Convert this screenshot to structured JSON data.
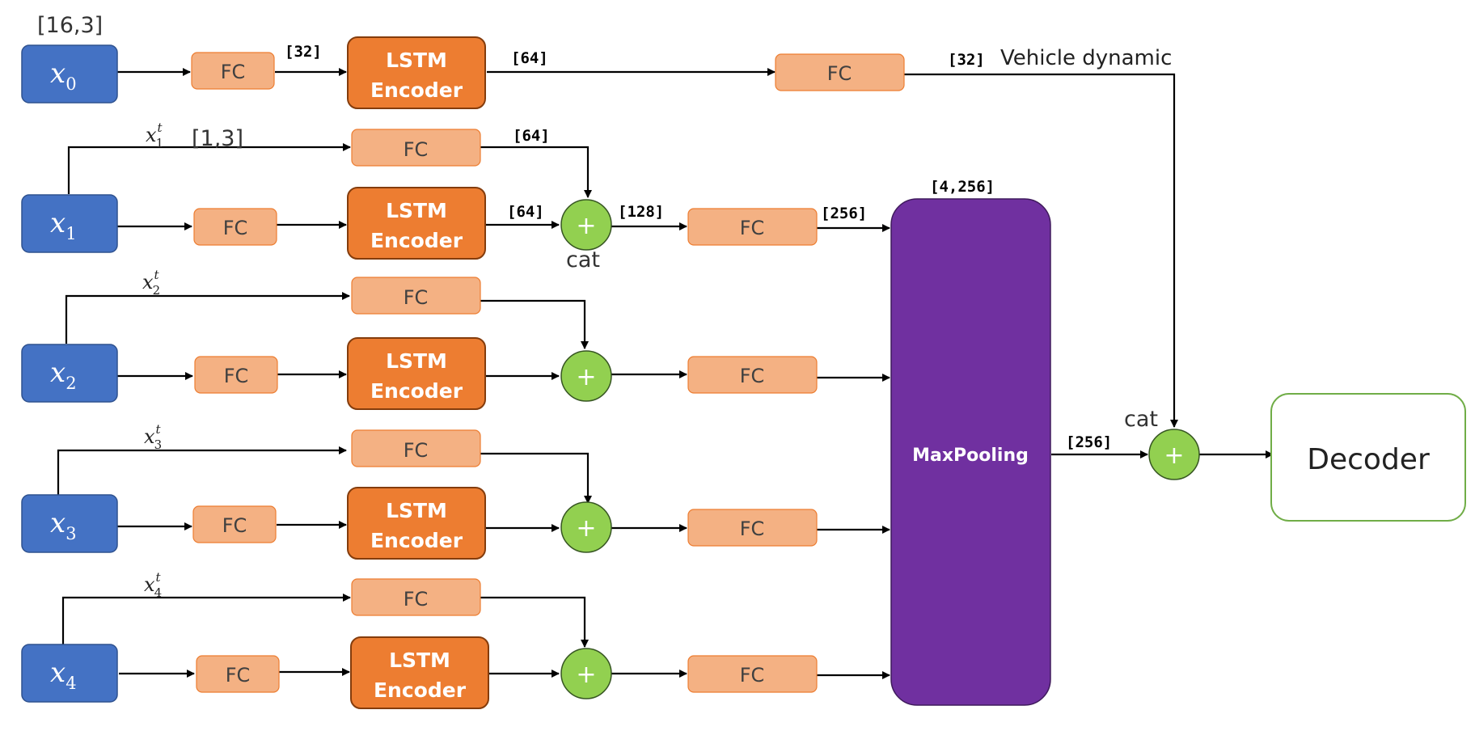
{
  "labels": {
    "fc": "FC",
    "lstm_line1": "LSTM",
    "lstm_line2": "Encoder",
    "plus": "+",
    "cat": "cat",
    "maxpooling": "MaxPooling",
    "decoder": "Decoder",
    "vehicle_dynamic": "Vehicle dynamic",
    "shape_x0": "[16,3]",
    "shape_xt": "[1,3]"
  },
  "dims": {
    "d32": "[32]",
    "d64": "[64]",
    "d128": "[128]",
    "d256": "[256]",
    "d4_256": "[4,256]"
  },
  "inputs": [
    {
      "symbol": "x",
      "sub": "0"
    },
    {
      "symbol": "x",
      "sub": "1",
      "t_symbol": "x",
      "t_sub": "1",
      "t_sup": "t"
    },
    {
      "symbol": "x",
      "sub": "2",
      "t_symbol": "x",
      "t_sub": "2",
      "t_sup": "t"
    },
    {
      "symbol": "x",
      "sub": "3",
      "t_symbol": "x",
      "t_sub": "3",
      "t_sup": "t"
    },
    {
      "symbol": "x",
      "sub": "4",
      "t_symbol": "x",
      "t_sub": "4",
      "t_sup": "t"
    }
  ],
  "colors": {
    "input_blue": "#4472c4",
    "fc_orange": "#f4b183",
    "lstm_orange": "#ed7d31",
    "concat_green": "#92d050",
    "maxpool_purple": "#7030a0",
    "decoder_border": "#70ad47"
  }
}
